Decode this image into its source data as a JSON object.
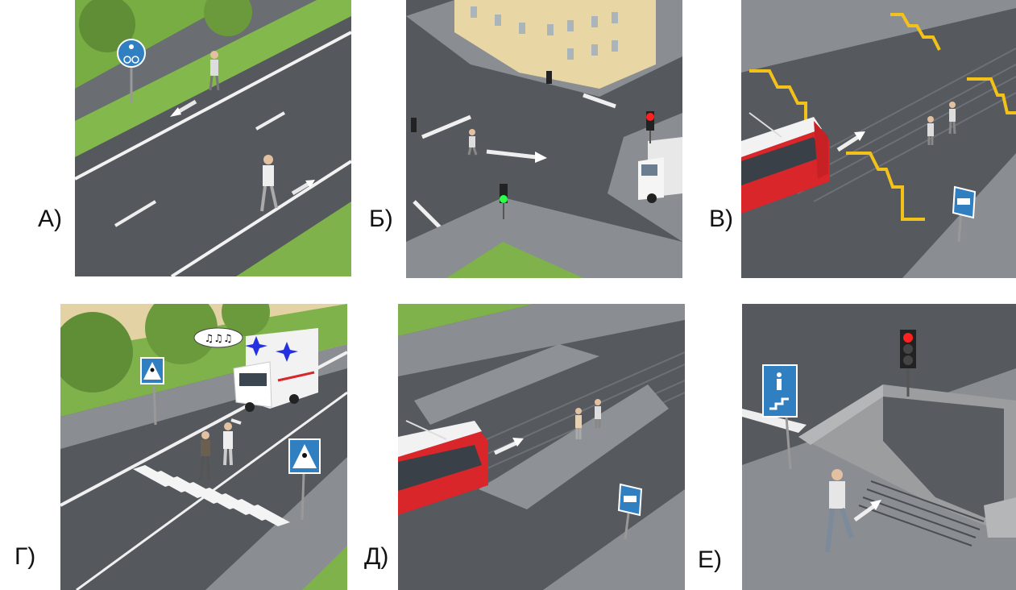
{
  "panels": [
    {
      "id": "A",
      "label": "А)"
    },
    {
      "id": "B",
      "label": "Б)"
    },
    {
      "id": "V",
      "label": "В)"
    },
    {
      "id": "G",
      "label": "Г)"
    },
    {
      "id": "D",
      "label": "Д)"
    },
    {
      "id": "E",
      "label": "Е)"
    }
  ],
  "scene_g": {
    "speech_bubble": "♫♫♫"
  },
  "icons": [
    "cycle-pedestrian-path-sign",
    "traffic-light",
    "tram-stop-sign",
    "crosswalk-sign",
    "ambulance",
    "tram",
    "underpass-sign",
    "pedestrian",
    "direction-arrow"
  ],
  "colors": {
    "asphalt": "#55585d",
    "grass": "#7fb24a",
    "sidewalk": "#8c8f93",
    "tram_red": "#d8262a",
    "sign_blue": "#2f7fc1",
    "zigzag_yellow": "#f2c21a",
    "signal_red": "#ff2020",
    "signal_green": "#2cff4a"
  }
}
